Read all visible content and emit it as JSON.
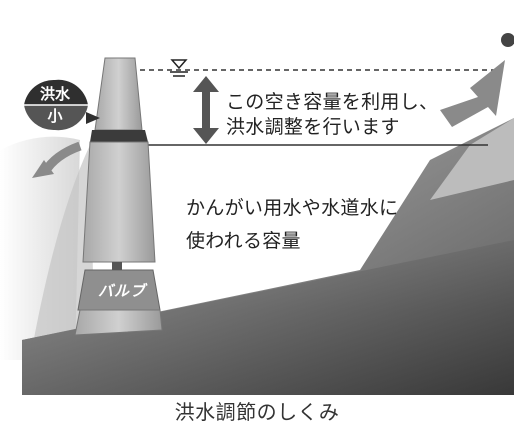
{
  "texts": {
    "free_capacity_line1": "この空き容量を利用し、",
    "free_capacity_line2": "洪水調整を行います",
    "water_use_line1": "かんがい用水や水道水に",
    "water_use_line2": "使われる容量"
  },
  "badge": {
    "top": "洪水",
    "bottom": "小"
  },
  "valve_label": "バルブ",
  "caption": "洪水調節のしくみ",
  "colors": {
    "background": "#ffffff",
    "hillside_dark": "#4a4a4a",
    "dam_body": "#bdbdbd",
    "arrow_gray": "#8a8a8a",
    "double_arrow": "#555555",
    "badge_dark": "#2f2f2f"
  },
  "icons": [
    "water-level-symbol",
    "inflow-arrow",
    "outflow-arrow",
    "double-headed-arrow"
  ]
}
